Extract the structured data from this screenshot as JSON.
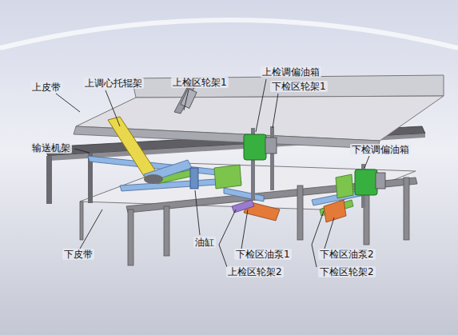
{
  "diagram": {
    "labels": [
      "上皮带",
      "上调心托辊架",
      "上检区轮架1",
      "上检调偏油箱",
      "下检区轮架1",
      "输送机架",
      "下检调偏油箱",
      "油缸",
      "下皮带",
      "下检区油泵1",
      "上检区轮架2",
      "下检区油泵2",
      "下检区轮架2"
    ]
  }
}
